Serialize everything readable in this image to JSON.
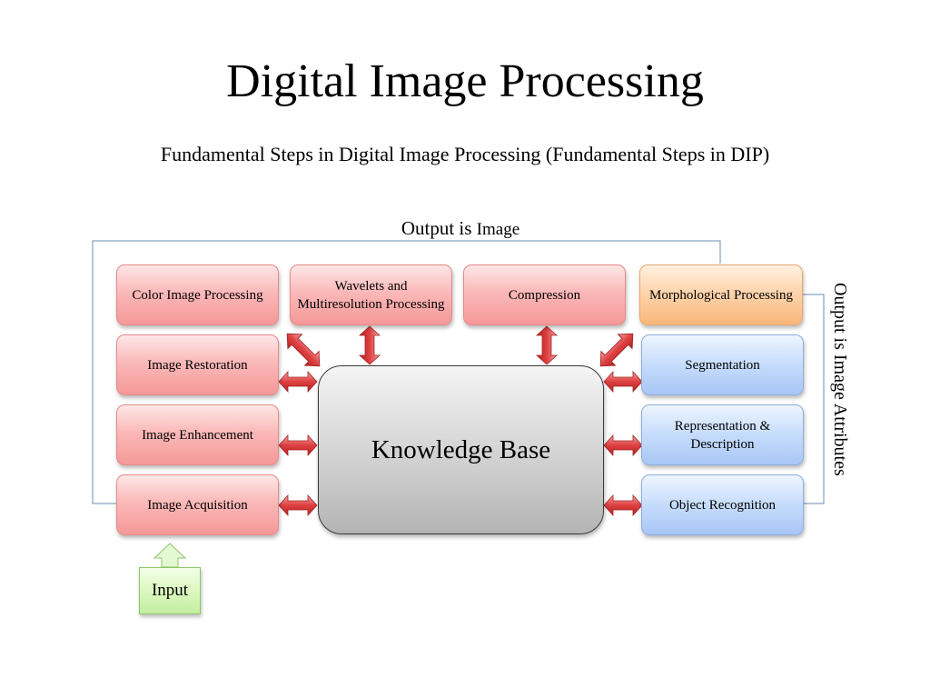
{
  "title": "Digital Image Processing",
  "subtitle": "Fundamental Steps in Digital Image Processing (Fundamental Steps in DIP)",
  "output_top": {
    "prefix": "Output is",
    "suffix": "Image"
  },
  "output_right": "Output is Image Attributes",
  "center": "Knowledge Base",
  "input": "Input",
  "top_row": {
    "color": "Color Image Processing",
    "wavelets": "Wavelets and Multiresolution Processing",
    "compression": "Compression",
    "morphological": "Morphological Processing"
  },
  "left_column": {
    "restoration": "Image Restoration",
    "enhancement": "Image Enhancement",
    "acquisition": "Image Acquisition"
  },
  "right_column": {
    "segmentation": "Segmentation",
    "representation": "Representation & Description",
    "recognition": "Object Recognition"
  },
  "colors": {
    "red_box": "#f9a9a9",
    "orange_box": "#fcc894",
    "blue_box": "#b7d2fa",
    "input_box": "#d2f5b4",
    "arrow": "#d63c3c",
    "connector_line": "#6a8fb5",
    "knowledge_base": "#cfcfcf"
  }
}
